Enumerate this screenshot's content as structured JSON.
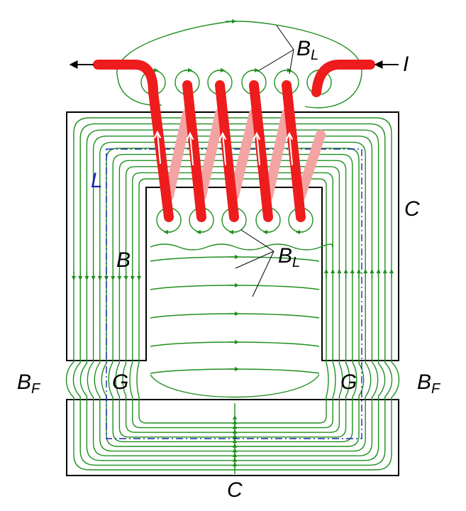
{
  "colors": {
    "field_line": "#1f8f1f",
    "wire": "#ee1c1c",
    "wire_back": "#f4a3a3",
    "core_outline": "#000000",
    "path_L": "#1a2aa8",
    "background": "#ffffff"
  },
  "labels": {
    "current": "I",
    "leakage_top": {
      "main": "B",
      "sub": "L"
    },
    "leakage_inner": {
      "main": "B",
      "sub": "L"
    },
    "flux_in_core": "B",
    "core_right": "C",
    "core_bottom": "C",
    "gap_left": "G",
    "gap_right": "G",
    "fringing_left": {
      "main": "B",
      "sub": "F"
    },
    "fringing_right": {
      "main": "B",
      "sub": "F"
    },
    "magnetic_path": "L"
  },
  "icons": [
    "arrow-left-icon",
    "arrow-left-icon"
  ]
}
